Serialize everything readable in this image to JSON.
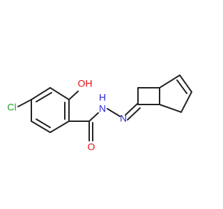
{
  "molecule": {
    "atoms": {
      "cl": "Cl",
      "hydroxyl": "OH",
      "nh": "H",
      "nh_n": "N",
      "imine_n": "N",
      "carbonyl_o": "O"
    },
    "colors": {
      "bond": "#222222",
      "carbon": "#222222",
      "nitrogen": "#2b2bd6",
      "oxygen": "#e01010",
      "chlorine": "#1f9f1f"
    }
  }
}
